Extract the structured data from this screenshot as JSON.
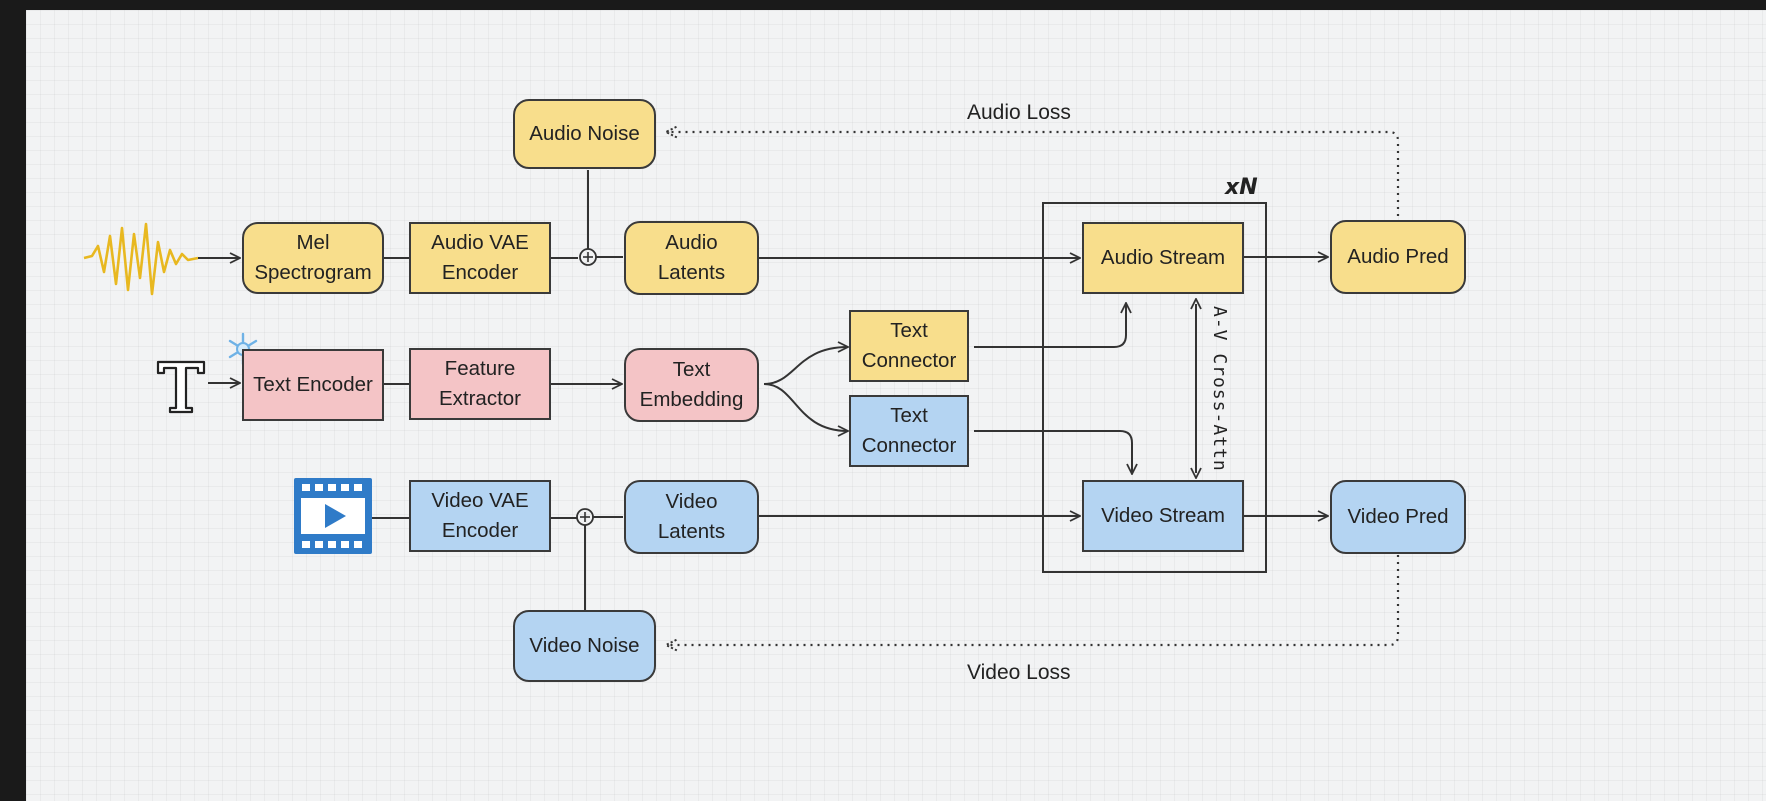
{
  "labels": {
    "audio_noise": "Audio Noise",
    "mel_l1": "Mel",
    "mel_l2": "Spectrogram",
    "audio_vae_l1": "Audio VAE",
    "audio_vae_l2": "Encoder",
    "audio_latents_l1": "Audio",
    "audio_latents_l2": "Latents",
    "audio_stream": "Audio Stream",
    "audio_pred": "Audio Pred",
    "audio_loss": "Audio Loss",
    "text_encoder": "Text Encoder",
    "feature_l1": "Feature",
    "feature_l2": "Extractor",
    "text_emb_l1": "Text",
    "text_emb_l2": "Embedding",
    "text_conn_a_l1": "Text",
    "text_conn_a_l2": "Connector",
    "text_conn_v_l1": "Text",
    "text_conn_v_l2": "Connector",
    "video_vae_l1": "Video VAE",
    "video_vae_l2": "Encoder",
    "video_latents_l1": "Video",
    "video_latents_l2": "Latents",
    "video_stream": "Video Stream",
    "video_pred": "Video Pred",
    "video_noise": "Video Noise",
    "video_loss": "Video Loss",
    "repeat": "xN",
    "cross_attn": "A-V Cross-Attn",
    "text_symbol": "T"
  },
  "icons": [
    "audio-waveform-icon",
    "text-t-icon",
    "snowflake-icon",
    "video-play-icon"
  ],
  "colors": {
    "audio": "#f8de8c",
    "text": "#f4c4c6",
    "video": "#b4d4f2",
    "waveform": "#e8b820",
    "video_icon": "#2f7bc8"
  }
}
